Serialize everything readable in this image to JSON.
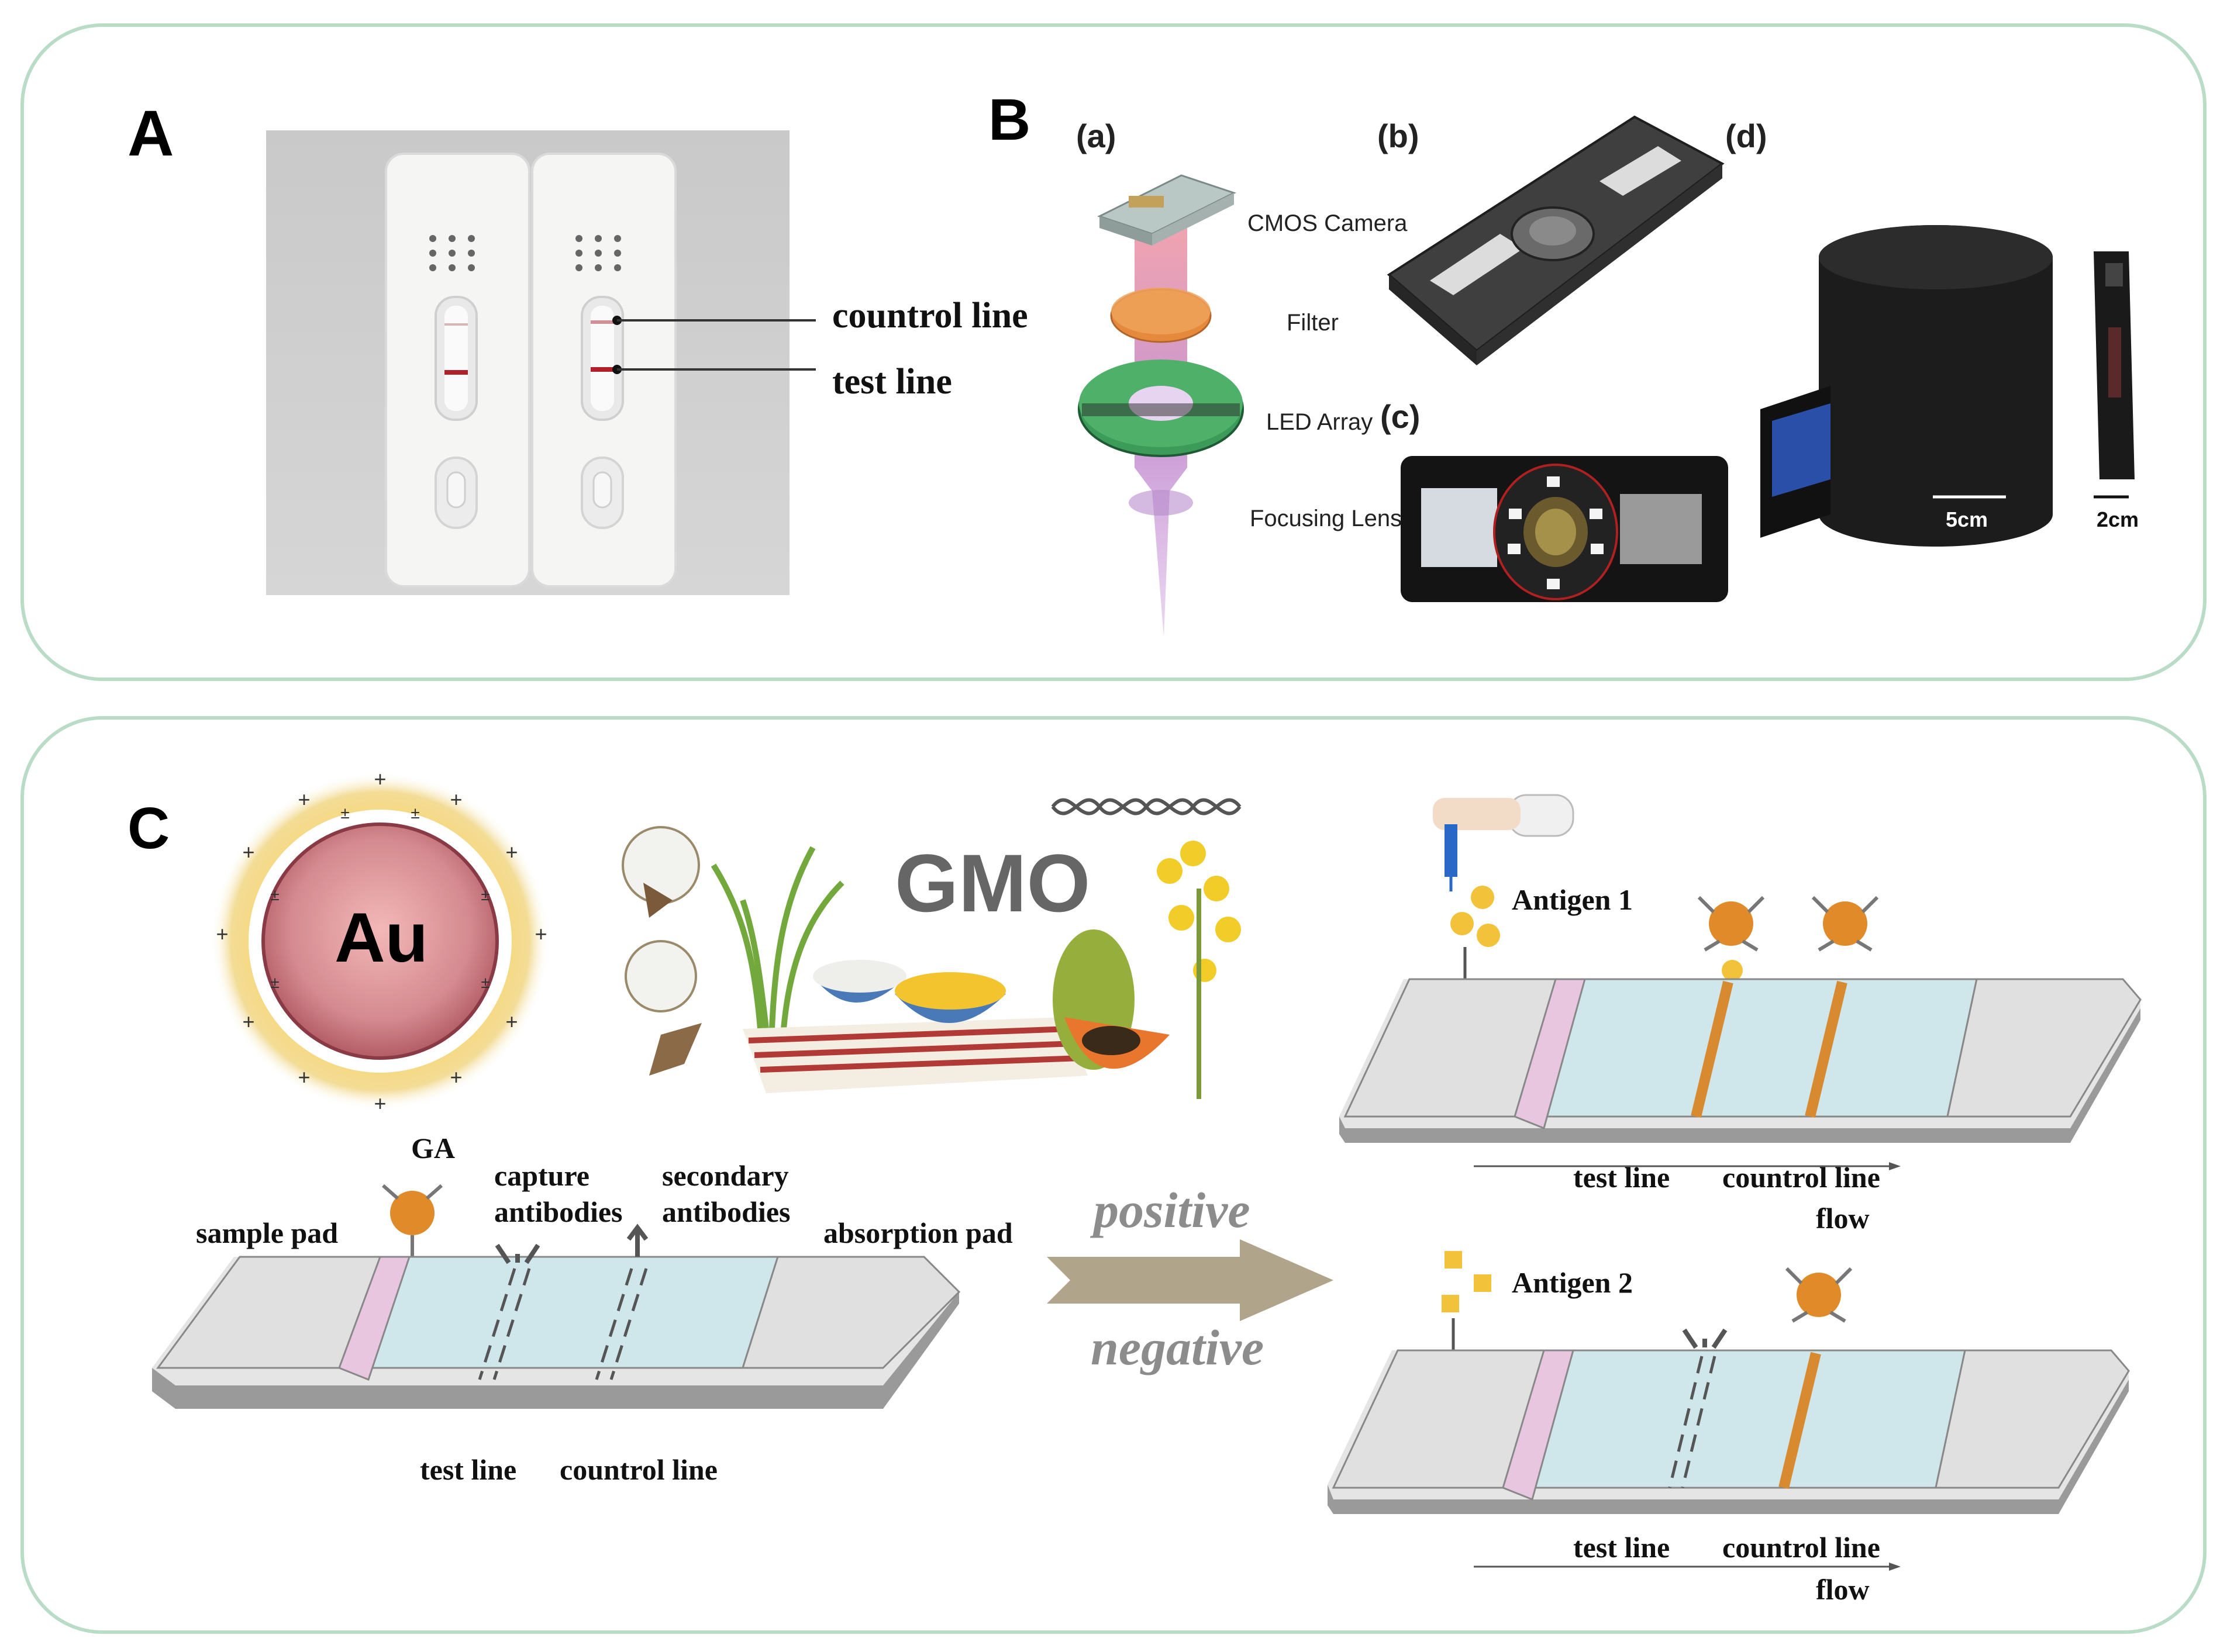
{
  "panels": {
    "a": {
      "letter": "A",
      "control_line": "countrol line",
      "test_line": "test line"
    },
    "b": {
      "letter": "B",
      "sub_a": "(a)",
      "sub_b": "(b)",
      "sub_c": "(c)",
      "sub_d": "(d)",
      "cmos": "CMOS Camera",
      "filter": "Filter",
      "led": "LED Array",
      "lens": "Focusing Lens",
      "scale_5cm": "5cm",
      "scale_2cm": "2cm"
    },
    "c": {
      "letter": "C",
      "au": "Au",
      "gmo": "GMO",
      "ga": "GA",
      "capture": "capture\nantibodies",
      "secondary": "secondary\nantibodies",
      "sample_pad": "sample pad",
      "absorption_pad": "absorption pad",
      "positive": "positive",
      "negative": "negative",
      "test_line": "test line",
      "control_line": "countrol line",
      "antigen1": "Antigen 1",
      "antigen2": "Antigen 2",
      "flow": "flow"
    }
  },
  "colors": {
    "border": "#b9dcc6",
    "gold": "#e08a2a",
    "strip_membrane": "#cfe6ea",
    "pink_pad": "#e8c6e0",
    "arrow": "#b0a48a"
  }
}
